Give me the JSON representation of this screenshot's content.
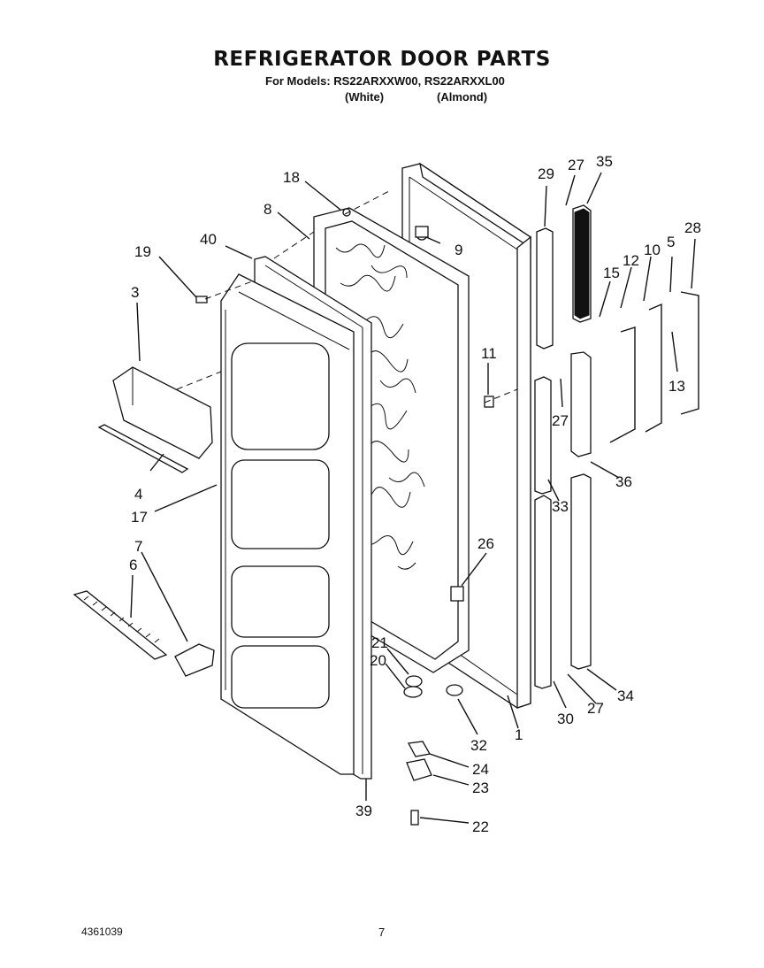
{
  "header": {
    "title": "REFRIGERATOR DOOR PARTS",
    "models": "For Models: RS22ARXXW00, RS22ARXXL00",
    "color_white": "(White)",
    "color_almond": "(Almond)"
  },
  "footer": {
    "doc_number": "4361039",
    "page": "7"
  },
  "callouts": {
    "c1": "1",
    "c3": "3",
    "c4": "4",
    "c5": "5",
    "c6": "6",
    "c7": "7",
    "c8": "8",
    "c9": "9",
    "c10": "10",
    "c11": "11",
    "c12": "12",
    "c13": "13",
    "c15": "15",
    "c17": "17",
    "c18": "18",
    "c19": "19",
    "c20": "20",
    "c21": "21",
    "c22": "22",
    "c23": "23",
    "c24": "24",
    "c26": "26",
    "c27a": "27",
    "c27b": "27",
    "c27c": "27",
    "c28": "28",
    "c29": "29",
    "c30": "30",
    "c32": "32",
    "c33": "33",
    "c34": "34",
    "c35": "35",
    "c36": "36",
    "c39": "39",
    "c40": "40"
  }
}
